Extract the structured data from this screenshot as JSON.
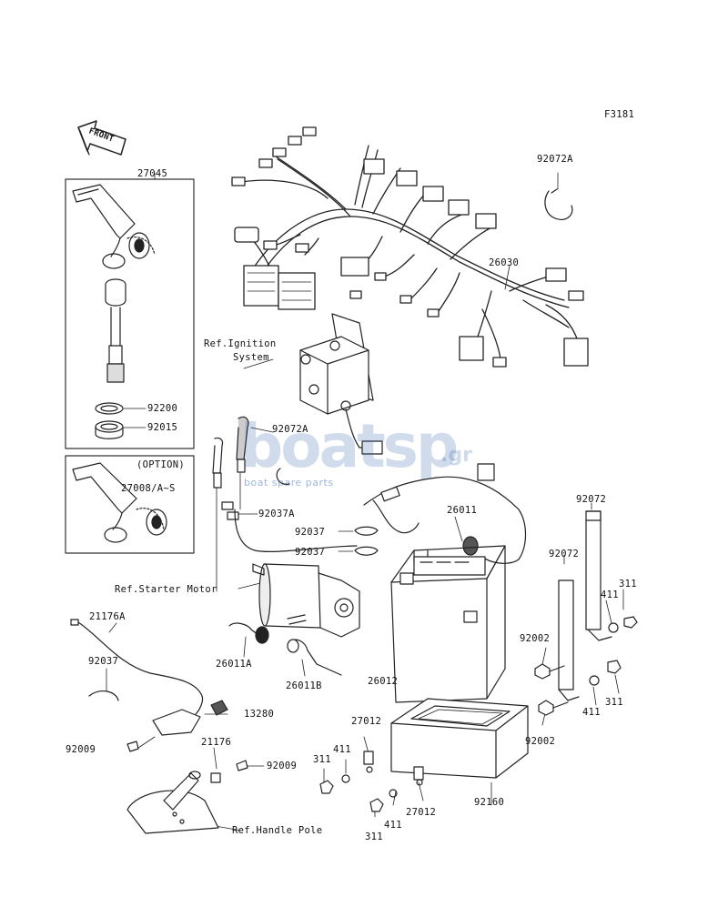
{
  "figure_code": "F3181",
  "front_arrow": "FRONT",
  "watermark": {
    "brand": "boatsp",
    "tag": ".gr",
    "subtitle": "boat spare parts"
  },
  "refs": {
    "ignition_1": "Ref.Ignition",
    "ignition_2": "System",
    "starter_motor": "Ref.Starter Motor",
    "handle_pole": "Ref.Handle Pole"
  },
  "box1": {
    "title": "27045",
    "parts": [
      "92200",
      "92015"
    ]
  },
  "box2": {
    "title": "(OPTION)",
    "part": "27008/A~S"
  },
  "parts": {
    "p92072A_top": "92072A",
    "p26030": "26030",
    "p92072A_mid": "92072A",
    "p92037A": "92037A",
    "p92037_a": "92037",
    "p92037_b": "92037",
    "p26011": "26011",
    "p92072_right": "92072",
    "p92072_mid": "92072",
    "p311_top": "311",
    "p411_top": "411",
    "p92002_a": "92002",
    "p311_mid": "311",
    "p411_mid": "411",
    "p92002_b": "92002",
    "p21176A": "21176A",
    "p92037_left": "92037",
    "p26011A": "26011A",
    "p26011B": "26011B",
    "p26012": "26012",
    "p13280": "13280",
    "p92009_left": "92009",
    "p21176": "21176",
    "p92009_right": "92009",
    "p27012_a": "27012",
    "p411_low": "411",
    "p311_low": "311",
    "p27012_b": "27012",
    "p411_bottom": "411",
    "p311_bottom": "311",
    "p92160": "92160"
  }
}
